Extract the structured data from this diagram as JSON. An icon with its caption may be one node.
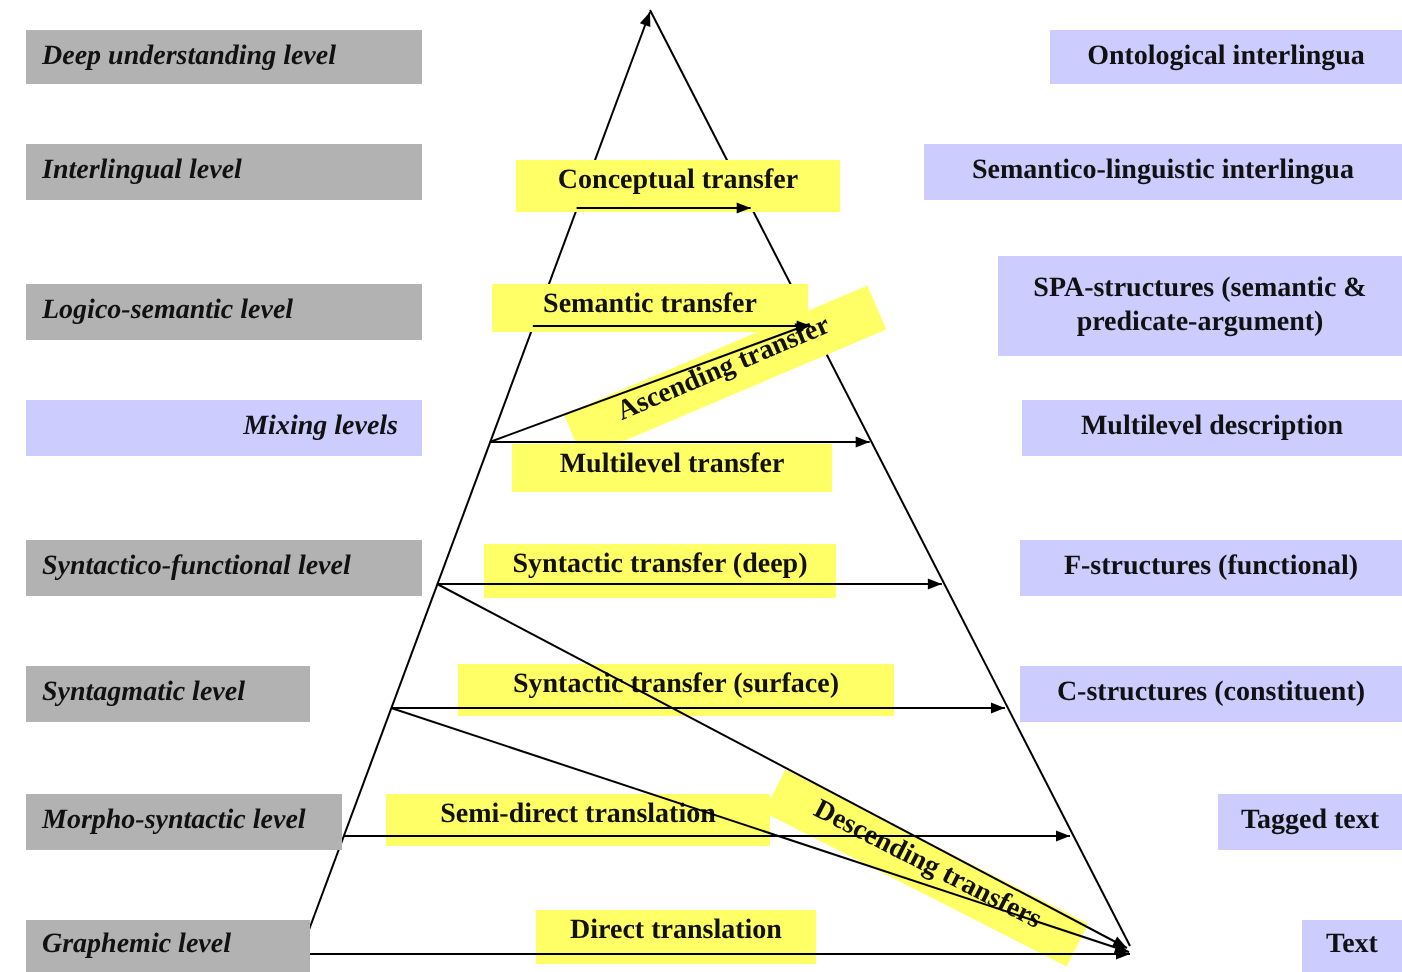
{
  "diagram": {
    "nodes": [
      {
        "text": [
          "Deep understanding level"
        ]
      },
      {
        "text": [
          "Interlingual level"
        ]
      },
      {
        "text": [
          "Logico-semantic level"
        ]
      },
      {
        "text": [
          "Mixing levels"
        ]
      },
      {
        "text": [
          "Syntactico-functional level"
        ]
      },
      {
        "text": [
          "Syntagmatic level"
        ]
      },
      {
        "text": [
          "Morpho-syntactic level"
        ]
      },
      {
        "text": [
          "Graphemic level"
        ]
      },
      {
        "text": [
          "Ontological interlingua"
        ]
      },
      {
        "text": [
          "Semantico-linguistic interlingua"
        ]
      },
      {
        "text": [
          "SPA-structures (semantic & predicate-argument)"
        ]
      },
      {
        "text": [
          "Multilevel description"
        ]
      },
      {
        "text": [
          "F-structures (functional)"
        ]
      },
      {
        "text": [
          "C-structures (constituent)"
        ]
      },
      {
        "text": [
          "Tagged text"
        ]
      },
      {
        "text": [
          "Text"
        ]
      },
      {
        "text": [],
        "shape": "triangle"
      }
    ],
    "edges": [
      {
        "from": 16,
        "to": 16,
        "arrow": "to",
        "label": "Conceptual transfer"
      },
      {
        "from": 16,
        "to": 16,
        "arrow": "to",
        "label": "Semantic transfer"
      },
      {
        "from": 16,
        "to": 16,
        "arrow": "to",
        "label": "Ascending transfer"
      },
      {
        "from": 16,
        "to": 16,
        "arrow": "to",
        "label": "Multilevel transfer"
      },
      {
        "from": 16,
        "to": 16,
        "arrow": "to",
        "label": "Syntactic transfer (deep)"
      },
      {
        "from": 16,
        "to": 16,
        "arrow": "to",
        "label": "Syntactic transfer (surface)"
      },
      {
        "from": 16,
        "to": 16,
        "arrow": "to",
        "label": "Semi-direct translation"
      },
      {
        "from": 16,
        "to": 16,
        "arrow": "to",
        "label": "Direct translation"
      },
      {
        "from": 16,
        "to": 16,
        "arrow": "to",
        "label": "Descending transfers"
      },
      {
        "from": 16,
        "to": 16,
        "arrow": "to"
      }
    ]
  }
}
